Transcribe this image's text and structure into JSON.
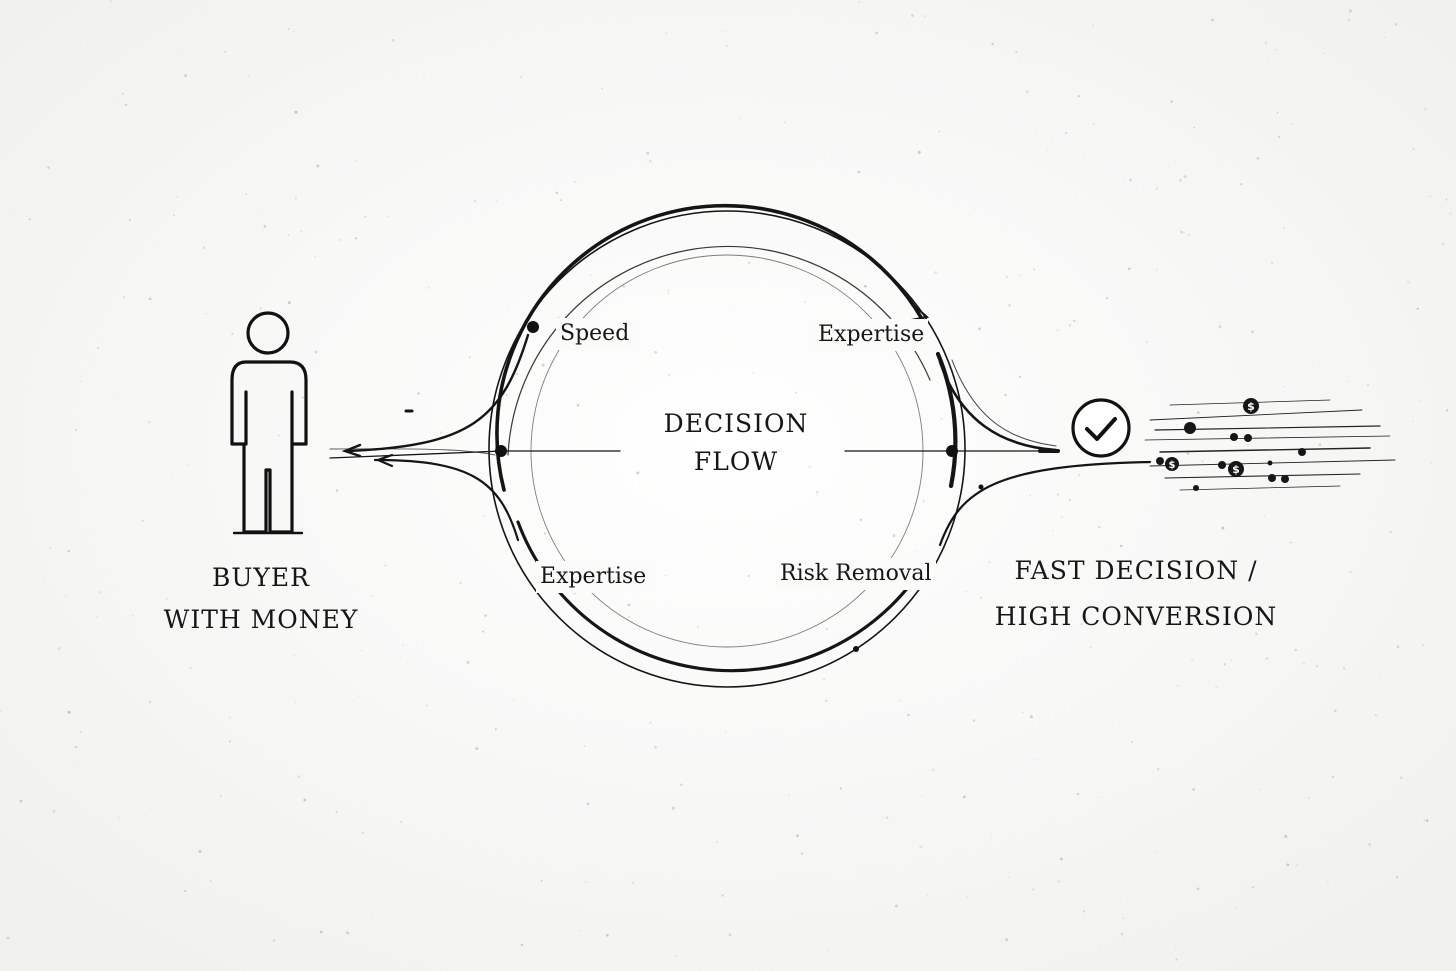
{
  "diagram": {
    "buyer": {
      "icon": "person-icon",
      "label_line1": "BUYER",
      "label_line2": "WITH MONEY"
    },
    "center": {
      "label_line1": "DECISION",
      "label_line2": "FLOW"
    },
    "segments": {
      "speed": "Speed",
      "expertise_top": "Expertise",
      "expertise_bottom": "Expertise",
      "risk_removal": "Risk Removal"
    },
    "outcome": {
      "icon": "checkmark-circle-icon",
      "label_line1": "FAST DECISION /",
      "label_line2": "HIGH CONVERSION",
      "particles_icon": "dollar-coin-icon"
    },
    "colors": {
      "background": "#f8f8f7",
      "ink": "#141414"
    }
  }
}
